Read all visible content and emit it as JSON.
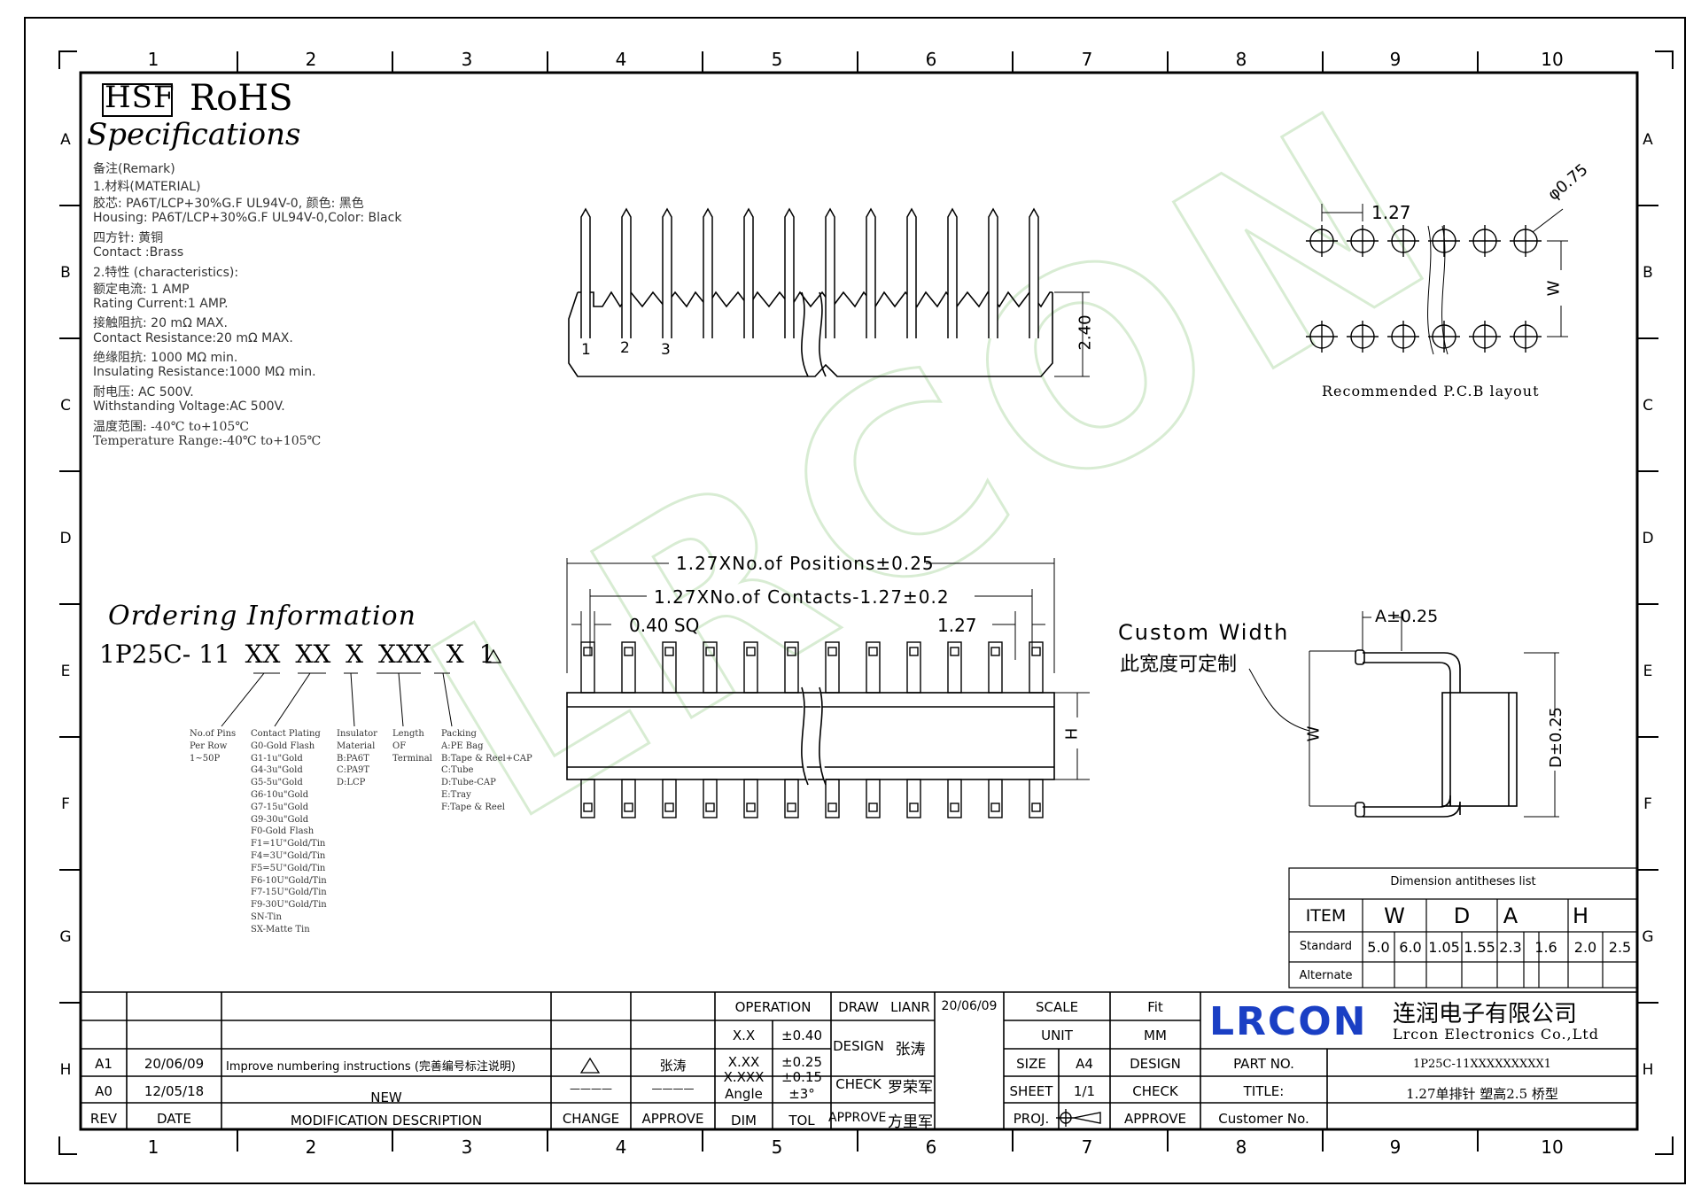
{
  "grid": {
    "columns": [
      "1",
      "2",
      "3",
      "4",
      "5",
      "6",
      "7",
      "8",
      "9",
      "10"
    ],
    "rows": [
      "A",
      "B",
      "C",
      "D",
      "E",
      "F",
      "G",
      "H"
    ]
  },
  "header": {
    "hsf": "HSF",
    "rohs": "RoHS",
    "specs_title": "Specifications"
  },
  "specs": [
    "备注(Remark)",
    "1.材料(MATERIAL)",
    "胶芯: PA6T/LCP+30%G.F UL94V-0, 颜色: 黑色",
    "Housing: PA6T/LCP+30%G.F UL94V-0,Color: Black",
    "四方针: 黄铜",
    "Contact :Brass",
    "2.特性 (characteristics):",
    "额定电流: 1 AMP",
    "Rating Current:1 AMP.",
    "接触阻抗: 20 mΩ MAX.",
    "Contact Resistance:20 mΩ MAX.",
    "绝缘阻抗: 1000 MΩ min.",
    "Insulating Resistance:1000 MΩ  min.",
    "耐电压: AC 500V.",
    "Withstanding Voltage:AC 500V.",
    "温度范围: -40℃ to+105℃",
    "Temperature Range:-40℃ to+105℃"
  ],
  "top_view": {
    "pin_labels": [
      "1",
      "2",
      "3"
    ],
    "height_dim": "2.40"
  },
  "pcb": {
    "pitch": "1.27",
    "hole": "φ0.75",
    "width_dim": "W",
    "caption": "Recommended P.C.B layout"
  },
  "front_view": {
    "positions_dim": "1.27XNo.of Positions±0.25",
    "contacts_dim": "1.27XNo.of Contacts-1.27±0.2",
    "pin_size": "0.40 SQ",
    "pitch": "1.27",
    "height_dim": "H"
  },
  "side_view": {
    "custom_en": "Custom Width",
    "custom_cn": "此宽度可定制",
    "a_dim": "A±0.25",
    "d_dim": "D±0.25",
    "w_dim": "W"
  },
  "ordering": {
    "title": "Ordering Information",
    "code_prefix": "1P25C- 11",
    "code_parts": [
      "XX",
      "XX",
      "X",
      "XXX",
      "X",
      "1"
    ],
    "legend_pins": "No.of Pins\nPer Row\n1~50P",
    "legend_plating": "Contact Plating\nG0-Gold Flash\nG1-1u\"Gold\nG4-3u\"Gold\nG5-5u\"Gold\nG6-10u\"Gold\nG7-15u\"Gold\nG9-30u\"Gold\nF0-Gold Flash\nF1=1U\"Gold/Tin\nF4=3U\"Gold/Tin\nF5=5U\"Gold/Tin\nF6-10U\"Gold/Tin\nF7-15U\"Gold/Tin\nF9-30U\"Gold/Tin\nSN-Tin\nSX-Matte Tin",
    "legend_insulator": "Insulator\nMaterial\nB:PA6T\nC:PA9T\nD:LCP",
    "legend_length": "Length\nOF\nTerminal",
    "legend_packing": "Packing\nA:PE Bag\nB:Tape & Reel+CAP\nC:Tube\nD:Tube-CAP\nE:Tray\nF:Tape & Reel"
  },
  "dimension_table": {
    "title": "Dimension antitheses list",
    "headers": [
      "ITEM",
      "W",
      "D",
      "A",
      "H"
    ],
    "standard_label": "Standard",
    "standard_values": [
      "5.0",
      "6.0",
      "1.05",
      "1.55",
      "2.3",
      "1.6",
      "2.0",
      "2.5"
    ],
    "alternate_label": "Alternate"
  },
  "revisions": [
    {
      "rev": "A1",
      "date": "20/06/09",
      "desc": "Improve numbering instructions (完善编号标注说明)",
      "change": "△",
      "approve": "张涛"
    },
    {
      "rev": "A0",
      "date": "12/05/18",
      "desc": "NEW",
      "change": "————",
      "approve": "————"
    }
  ],
  "rev_headers": {
    "rev": "REV",
    "date": "DATE",
    "desc": "MODIFICATION DESCRIPTION",
    "change": "CHANGE",
    "approve": "APPROVE"
  },
  "tolerance": {
    "operation": "OPERATION",
    "rows": [
      [
        "X.X",
        "±0.40"
      ],
      [
        "X.XX",
        "±0.25"
      ],
      [
        "X.XXX",
        "±0.15"
      ],
      [
        "Angle",
        "±3°"
      ]
    ],
    "dim": "DIM",
    "tol": "TOL"
  },
  "signoff": {
    "draw": "DRAW",
    "draw_name": "LIANR",
    "draw_date": "20/06/09",
    "design": "DESIGN",
    "design_name": "张涛",
    "check": "CHECK",
    "check_name": "罗荣军",
    "approve": "APPROVE",
    "approve_name": "方里军"
  },
  "sheet": {
    "scale": "SCALE",
    "scale_val": "Fit",
    "unit": "UNIT",
    "unit_val": "MM",
    "size": "SIZE",
    "size_val": "A4",
    "design": "DESIGN",
    "sheet": "SHEET",
    "sheet_val": "1/1",
    "check": "CHECK",
    "proj": "PROJ.",
    "approve": "APPROVE"
  },
  "company": {
    "logo": "LRCON",
    "cn": "连润电子有限公司",
    "en": "Lrcon Electronics Co.,Ltd",
    "part_label": "PART NO.",
    "part_no": "1P25C-11XXXXXXXXX1",
    "title_label": "TITLE:",
    "title": "1.27单排针 塑高2.5 桥型",
    "customer_label": "Customer No."
  },
  "watermark": "LRCON",
  "colors": {
    "line": "#000000",
    "logo": "#1a3fc4",
    "watermark": "#c8e6c0"
  }
}
